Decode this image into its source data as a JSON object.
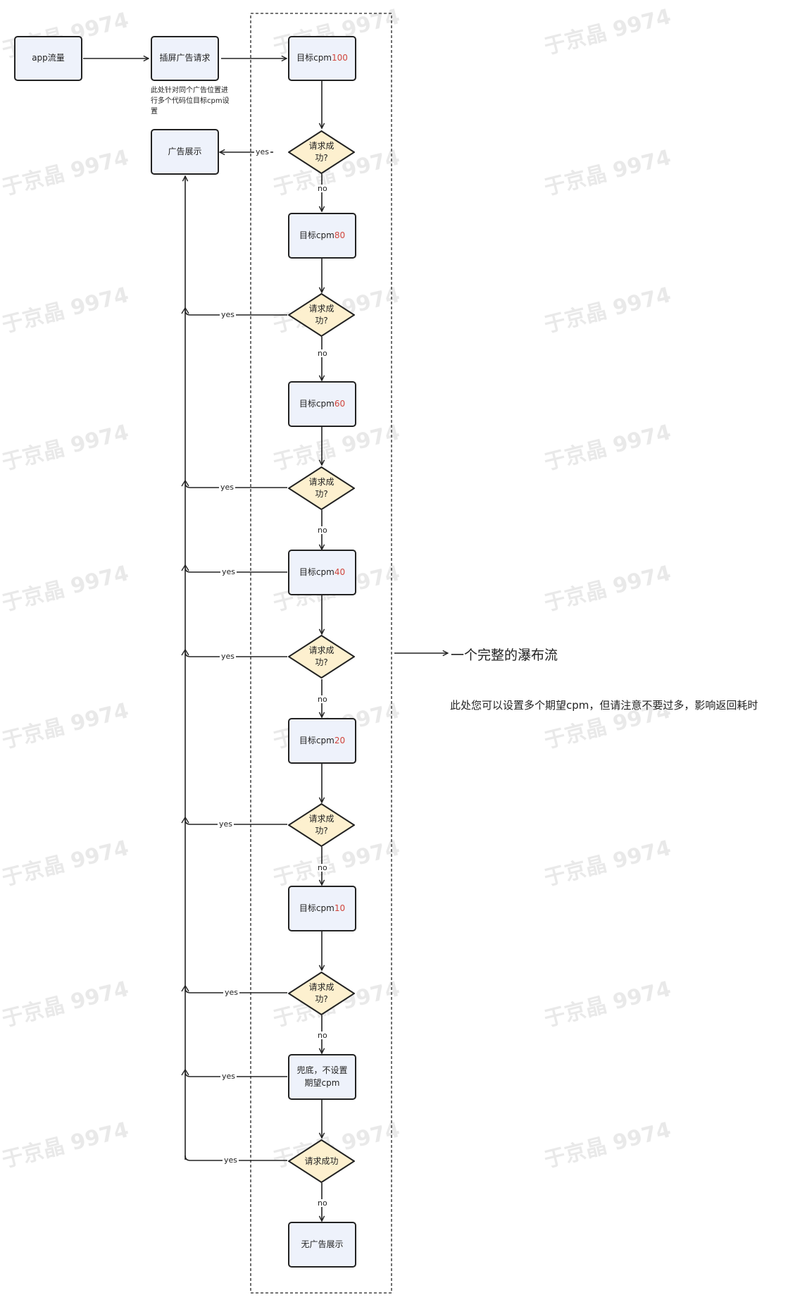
{
  "watermark": "于京晶 9974",
  "nodes": {
    "app_traffic": "app流量",
    "interstitial_request": "插屏广告请求",
    "request_note": "此处针对同个广告位置进行多个代码位目标cpm设置",
    "ad_display": "广告展示",
    "target_prefix": "目标cpm",
    "targets": [
      "100",
      "80",
      "60",
      "40",
      "20",
      "10"
    ],
    "fallback": "兜底，不设置期望cpm",
    "no_ad": "无广告展示"
  },
  "decisions": {
    "request_success": "请求成功?",
    "request_success_final": "请求成功"
  },
  "edges": {
    "yes": "yes",
    "no": "no"
  },
  "annotations": {
    "waterfall_title": "一个完整的瀑布流",
    "waterfall_note": "此处您可以设置多个期望cpm，但请注意不要过多，影响返回耗时"
  },
  "colors": {
    "box_fill": "#eef2fb",
    "decision_fill": "#fdf0cf",
    "stroke": "#222222",
    "target_value": "#d0453c"
  }
}
